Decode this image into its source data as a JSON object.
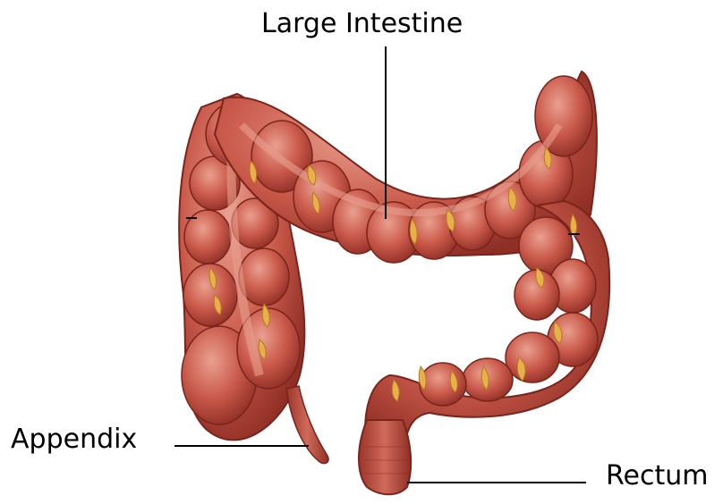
{
  "labels": {
    "large_intestine": "Large Intestine",
    "appendix": "Appendix",
    "rectum": "Rectum"
  },
  "colors": {
    "background": "#ffffff",
    "tissue": "#c9594a",
    "tissue_dark": "#8e2e25",
    "tissue_light": "#e48c7c",
    "fat": "#e8b04a",
    "leader_line": "#000000"
  }
}
